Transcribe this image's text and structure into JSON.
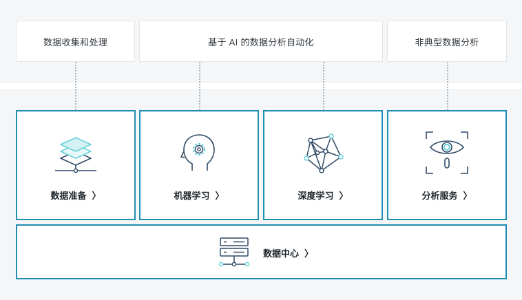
{
  "top_labels": [
    {
      "text": "数据收集和处理"
    },
    {
      "text": "基于 AI 的数据分析自动化"
    },
    {
      "text": "非典型数据分析"
    }
  ],
  "cards": [
    {
      "label": "数据准备",
      "icon": "layers-stack-icon"
    },
    {
      "label": "机器学习",
      "icon": "head-gear-icon"
    },
    {
      "label": "深度学习",
      "icon": "neural-network-icon"
    },
    {
      "label": "分析服务",
      "icon": "eye-scan-icon"
    }
  ],
  "datacenter": {
    "label": "数据中心",
    "icon": "server-network-icon"
  },
  "chevron": "〉",
  "colors": {
    "card_border": "#1e8fb0",
    "accent_cyan": "#67d0d8",
    "icon_stroke": "#2f4a66",
    "band_bg": "#f5f6f7",
    "connector": "#a9b6bf"
  }
}
